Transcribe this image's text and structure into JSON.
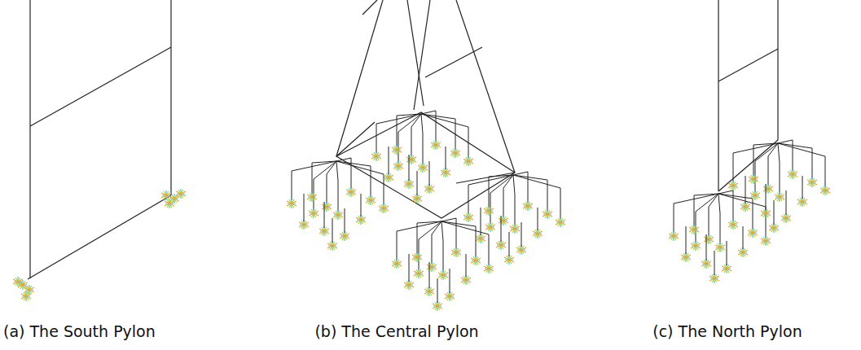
{
  "diagram": {
    "labels": [
      "(a) The South Pylon",
      "(b) The Central Pylon",
      "(c) The North Pylon"
    ]
  }
}
